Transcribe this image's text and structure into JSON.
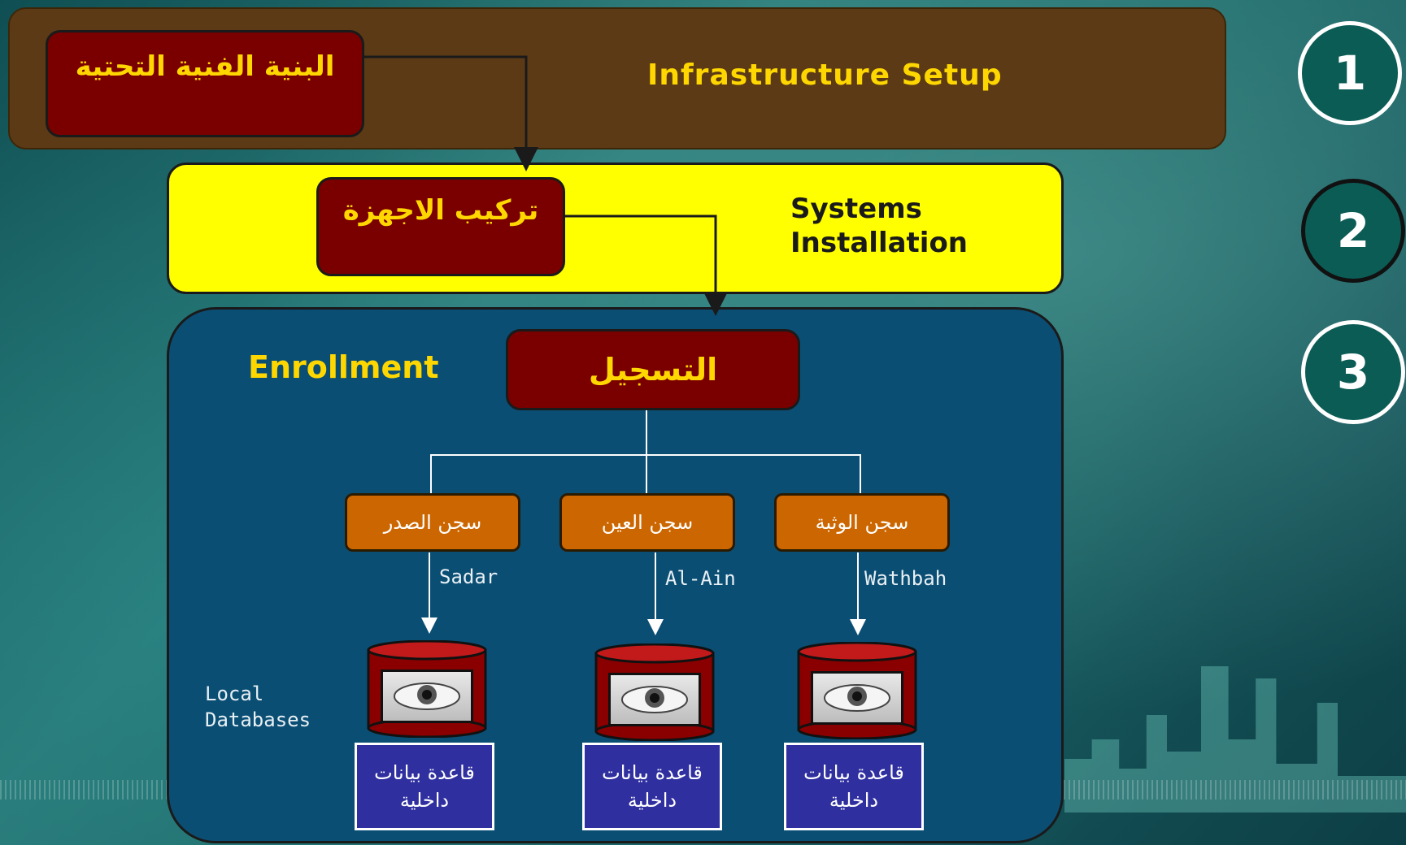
{
  "steps": [
    {
      "number": "1",
      "title_en": "Infrastructure Setup",
      "title_ar": "البنية الفنية التحتية"
    },
    {
      "number": "2",
      "title_en_line1": "Systems",
      "title_en_line2": "Installation",
      "title_ar": "تركيب الاجهزة"
    },
    {
      "number": "3",
      "title_en": "Enrollment",
      "title_ar": "التسجيل"
    }
  ],
  "prisons": [
    {
      "name_ar": "سجن الصدر",
      "name_en": "Sadar"
    },
    {
      "name_ar": "سجن العين",
      "name_en": "Al-Ain"
    },
    {
      "name_ar": "سجن الوثبة",
      "name_en": "Wathbah"
    }
  ],
  "local_databases": {
    "label_line1": "Local",
    "label_line2": "Databases",
    "box_line1": "قاعدة بيانات",
    "box_line2": "داخلية"
  },
  "icons": {
    "database": "eye-database-icon",
    "step": "numbered-circle"
  },
  "colors": {
    "infra_panel": "#5c3a16",
    "systems_panel": "#ffff00",
    "enroll_panel": "#0b4e74",
    "maroon": "#7a0000",
    "gold_text": "#ffd700",
    "orange": "#cc6600",
    "db_box": "#2f2fa0"
  }
}
